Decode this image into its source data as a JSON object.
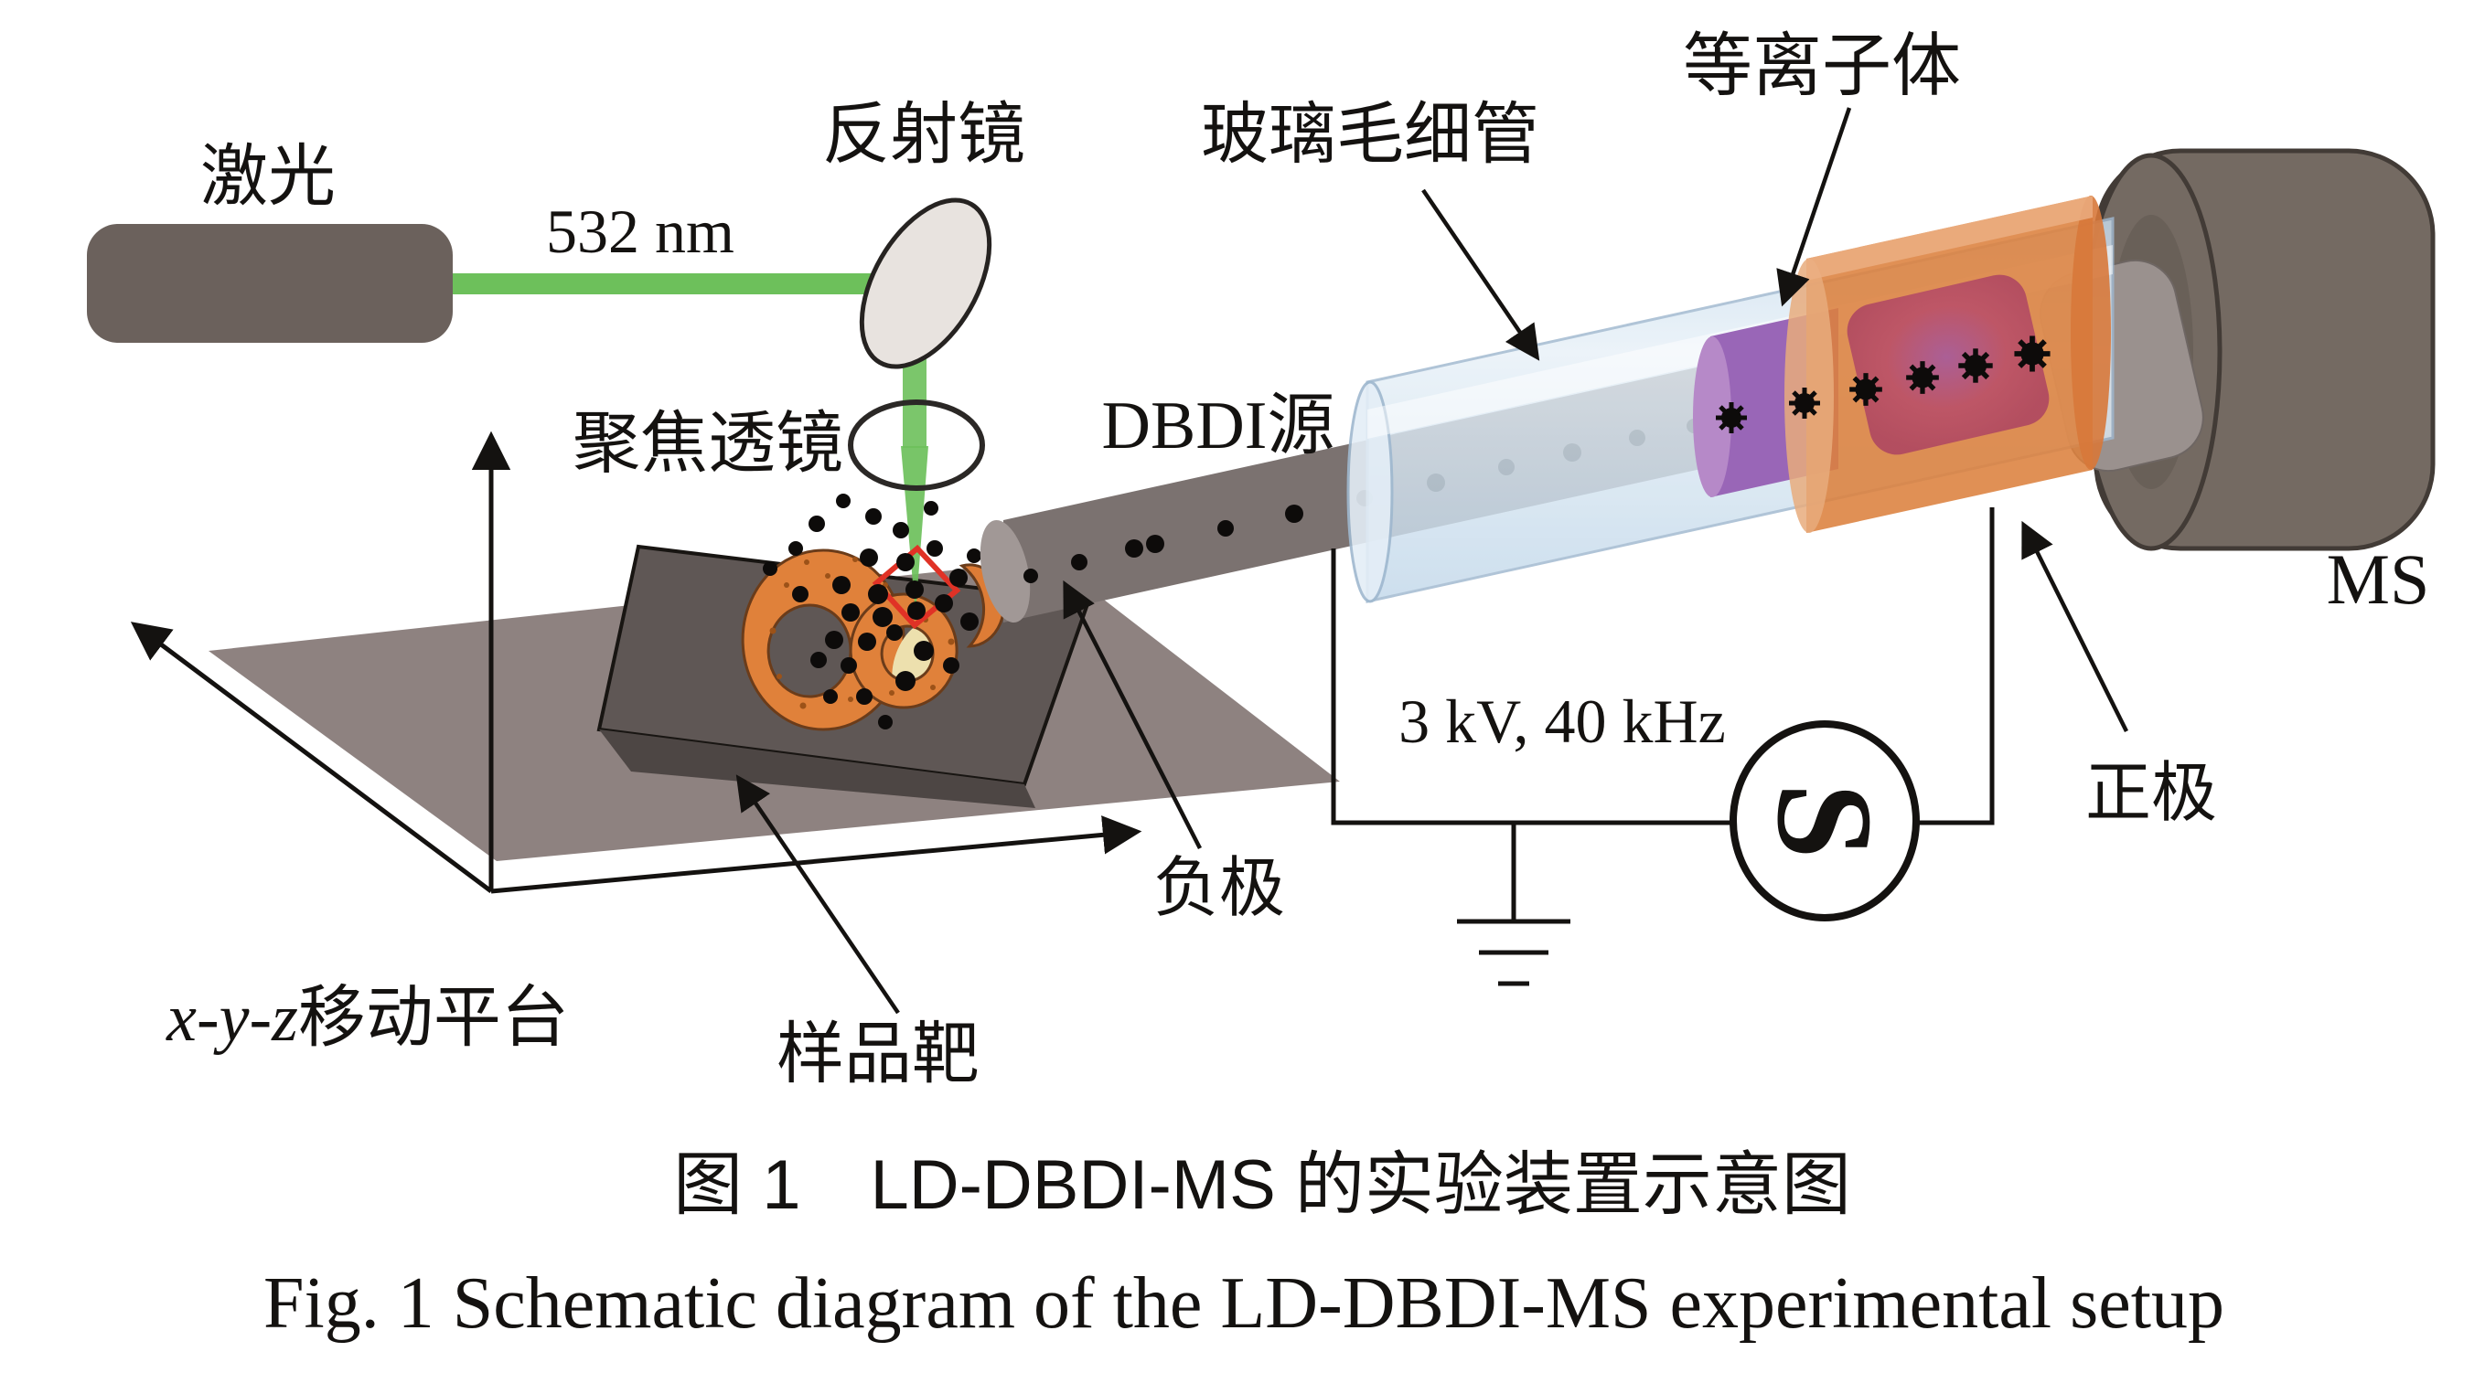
{
  "diagram": {
    "labels": {
      "laser": "激光",
      "wavelength": "532 nm",
      "mirror": "反射镜",
      "lens": "聚焦透镜",
      "capillary": "玻璃毛细管",
      "plasma": "等离子体",
      "dbdi_source": "DBDI源",
      "ms": "MS",
      "voltage": "3 kV, 40 kHz",
      "source_symbol": "S",
      "positive_electrode": "正极",
      "negative_electrode": "负极",
      "stage_axes": "x-y-z",
      "stage": "移动平台",
      "sample_target": "样品靶"
    },
    "caption_cn": "图 1　LD-DBDI-MS 的实验装置示意图",
    "caption_en": "Fig. 1  Schematic diagram of the LD-DBDI-MS experimental setup",
    "colors": {
      "laser_beam_green": "#6dc05b",
      "laser_box_gray": "#6b615c",
      "sample_orange": "#e0813a",
      "ablation_red": "#e03226",
      "plasma_purple": "#9966b7",
      "electrode_orange": "#dc813d",
      "electrode_core_magenta": "#ba5068",
      "glass_blue": "#cfe2f1",
      "tube_gray": "#7b7270",
      "ms_gray": "#746a62",
      "platform_gray": "#8e8280",
      "plate_gray": "#5f5755"
    }
  }
}
